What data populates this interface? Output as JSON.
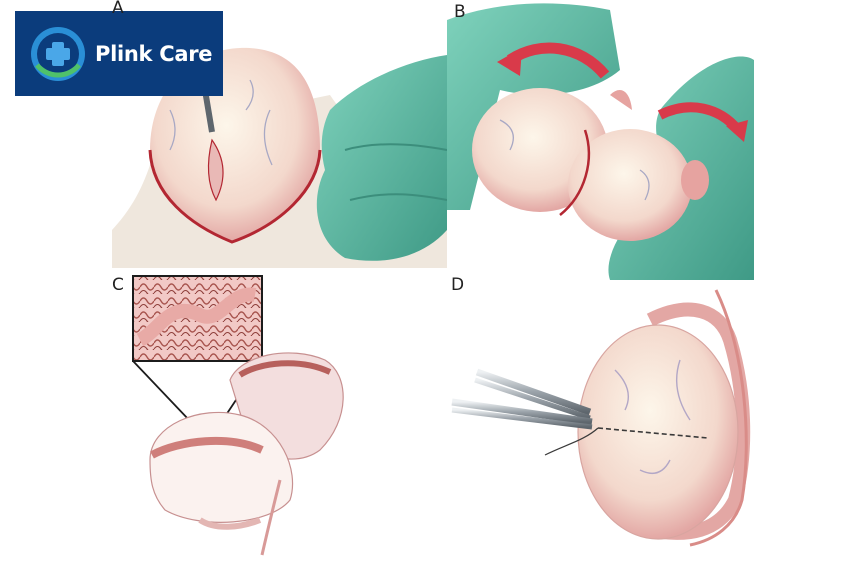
{
  "brand": {
    "name": "Plink Care",
    "bg_color": "#0b3c7c",
    "icon": "medical-cross-icon"
  },
  "panels": {
    "a": {
      "letter": "A"
    },
    "b": {
      "letter": "B"
    },
    "c": {
      "letter": "C"
    },
    "d": {
      "letter": "D"
    }
  },
  "colors": {
    "glove": "#5dbba3",
    "tissue": "#f4d6d4",
    "incision": "#b32732",
    "arrow": "#d93a4a",
    "instrument": "#b8bec4"
  }
}
